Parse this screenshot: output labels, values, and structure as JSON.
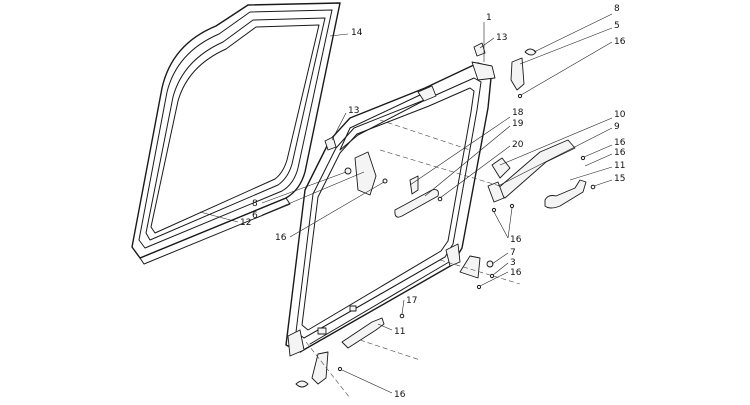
{
  "callouts": [
    {
      "id": "c1",
      "label": "1"
    },
    {
      "id": "c13a",
      "label": "13"
    },
    {
      "id": "c14",
      "label": "14"
    },
    {
      "id": "c8a",
      "label": "8"
    },
    {
      "id": "c5",
      "label": "5"
    },
    {
      "id": "c16a",
      "label": "16"
    },
    {
      "id": "c13b",
      "label": "13"
    },
    {
      "id": "c18",
      "label": "18"
    },
    {
      "id": "c19",
      "label": "19"
    },
    {
      "id": "c20",
      "label": "20"
    },
    {
      "id": "c10",
      "label": "10"
    },
    {
      "id": "c9",
      "label": "9"
    },
    {
      "id": "c16b",
      "label": "16"
    },
    {
      "id": "c16c",
      "label": "16"
    },
    {
      "id": "c11a",
      "label": "11"
    },
    {
      "id": "c15",
      "label": "15"
    },
    {
      "id": "c8b",
      "label": "8"
    },
    {
      "id": "c6",
      "label": "6"
    },
    {
      "id": "c16d",
      "label": "16"
    },
    {
      "id": "c12",
      "label": "12"
    },
    {
      "id": "c16e",
      "label": "16"
    },
    {
      "id": "c7",
      "label": "7"
    },
    {
      "id": "c3",
      "label": "3"
    },
    {
      "id": "c16f",
      "label": "16"
    },
    {
      "id": "c17",
      "label": "17"
    },
    {
      "id": "c11b",
      "label": "11"
    },
    {
      "id": "c16g",
      "label": "16"
    }
  ]
}
